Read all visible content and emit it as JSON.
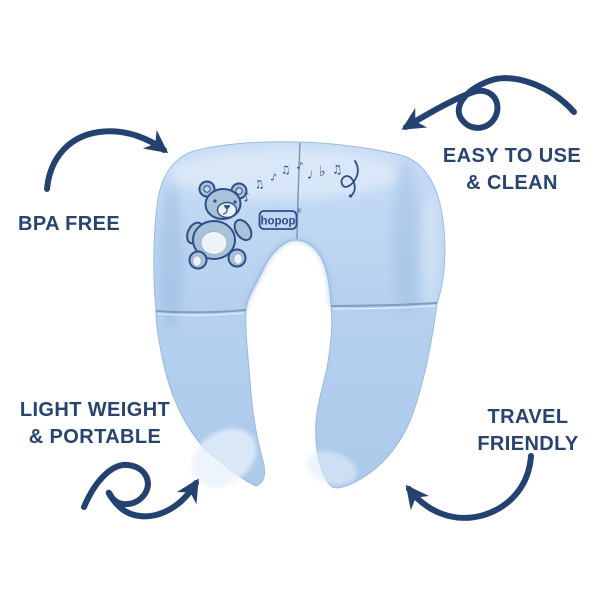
{
  "background": "#ffffff",
  "colors": {
    "navy_text": "#27436f",
    "navy_arrow": "#24426f",
    "navy_outline": "#2d4f87",
    "seat_blue": "#b6d1ef",
    "seat_blue_light": "#dae8f9",
    "seat_blue_dark": "#9cbce4"
  },
  "brand": {
    "name": "hopop",
    "registered": "®"
  },
  "features": {
    "bpa": {
      "label": "BPA FREE"
    },
    "easy": {
      "line1": "EASY TO USE",
      "line2": "& CLEAN"
    },
    "light": {
      "line1": "LIGHT WEIGHT",
      "line2": "& PORTABLE"
    },
    "travel": {
      "line1": "TRAVEL",
      "line2": "FRIENDLY"
    }
  },
  "product": {
    "decoration": {
      "notes_left": [
        "♪",
        "♫",
        "♪",
        "♫",
        "♪"
      ],
      "notes_right": [
        "♩",
        "♭",
        "♫"
      ]
    }
  }
}
